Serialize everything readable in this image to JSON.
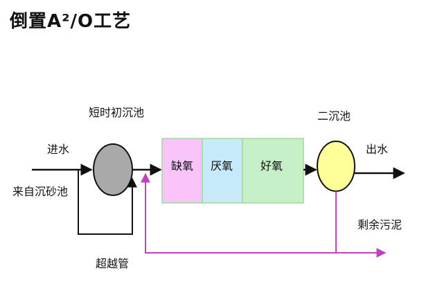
{
  "title": "倒置A²/O工艺",
  "labels": {
    "inflow": "进水",
    "from_grit": "来自沉砂池",
    "primary_clarifier": "短时初沉池",
    "bypass": "超越管",
    "anoxic": "缺氧",
    "anaerobic": "厌氧",
    "aerobic": "好氧",
    "secondary_clarifier": "二沉池",
    "outflow": "出水",
    "excess_sludge": "剩余污泥"
  },
  "colors": {
    "primary_clarifier_fill": "#a9a9a9",
    "secondary_clarifier_fill": "#ffff99",
    "anoxic_fill": "#f9c4f9",
    "anaerobic_fill": "#c7eaf9",
    "aerobic_fill": "#c6f1c6",
    "return_sludge_line": "#c040c0",
    "flow_line": "#111111"
  }
}
